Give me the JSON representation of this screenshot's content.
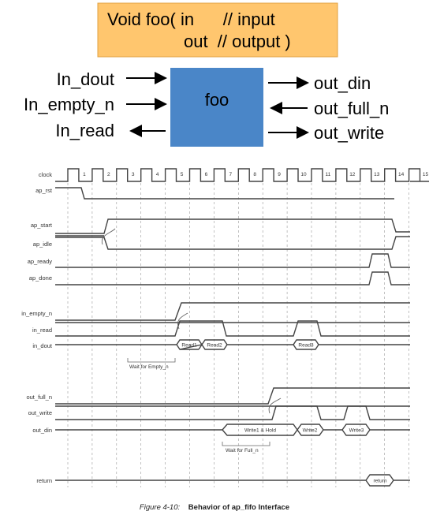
{
  "header_box": {
    "line1": "Void foo( in      // input",
    "line2": "out  // output )",
    "fill": "#FFC66E",
    "stroke": "#E0A040"
  },
  "block": {
    "label": "foo",
    "fill": "#4A86C8"
  },
  "inputs": [
    "In_dout",
    "In_empty_n",
    "In_read"
  ],
  "outputs": [
    "out_din",
    "out_full_n",
    "out_write"
  ],
  "timing": {
    "clock_label": "clock",
    "cycle_numbers": [
      "1",
      "2",
      "3",
      "4",
      "5",
      "6",
      "7",
      "8",
      "9",
      "10",
      "11",
      "12",
      "13",
      "14",
      "15"
    ],
    "signals": {
      "ap_rst": "ap_rst",
      "ap_start": "ap_start",
      "ap_idle": "ap_idle",
      "ap_ready": "ap_ready",
      "ap_done": "ap_done",
      "in_empty_n": "in_empty_n",
      "in_read": "in_read",
      "in_dout": "in_dout",
      "out_full_n": "out_full_n",
      "out_write": "out_write",
      "out_din": "out_din",
      "return": "return"
    },
    "data_labels": {
      "read1": "Read1",
      "read2": "Read2",
      "read3": "Read3",
      "write1": "Write1 & Hold",
      "write2": "Write2",
      "write3": "Write3",
      "return_val": "return"
    },
    "annotations": {
      "wait_empty": "Wait for Empty_n",
      "wait_full": "Wait for Full_n"
    }
  },
  "caption": {
    "figure": "Figure 4-10:",
    "title": "Behavior of ap_fifo Interface"
  }
}
